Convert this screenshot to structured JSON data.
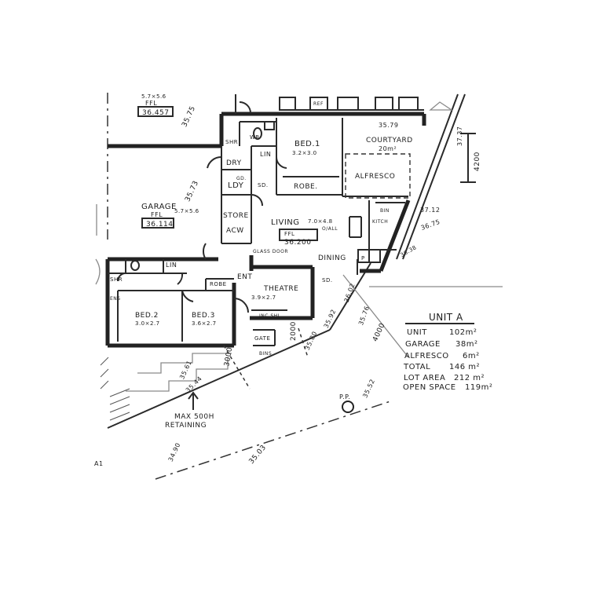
{
  "rooms": {
    "bed1": {
      "name": "BED.1",
      "dims": "3.2×3.0"
    },
    "courtyard": {
      "name": "COURTYARD",
      "area": "20m²"
    },
    "alfresco": "ALFRESCO",
    "robe": "ROBE.",
    "dry": "DRY",
    "lin": "LIN",
    "lin2": "LIN",
    "ldy": "LDY",
    "wr": "WR",
    "shr": "SHR",
    "shr2": "SHR",
    "gd": "GD.",
    "sd": "SD.",
    "garage": {
      "name": "GARAGE",
      "ffl_label": "FFL",
      "ffl_value": "36.114",
      "dims": "5.7×5.6"
    },
    "store": "STORE",
    "acw": "ACW",
    "living": {
      "name": "LIVING",
      "dims": "7.0×4.8",
      "note": "O/ALL",
      "ffl_label": "FFL",
      "ffl_value": "36.200"
    },
    "kitchen": "KITCH",
    "bin": "BIN",
    "glass_door": "GLASS DOOR",
    "dining": "DINING",
    "sd2": "SD.",
    "ent": "ENT",
    "theatre": {
      "name": "THEATRE",
      "dims": "3.9×2.7"
    },
    "bed2": {
      "name": "BED.2",
      "dims": "3.0×2.7"
    },
    "bed3": {
      "name": "BED.3",
      "dims": "3.6×2.7"
    },
    "robe2": "ROBE",
    "ensuite": "ENS",
    "linen_shelf": "INC SHL",
    "gate": "GATE",
    "bins": "BINS",
    "p": "P",
    "ref": "REF"
  },
  "levels": {
    "top_ffl_dims": "5.7×5.6",
    "top_ffl_label": "FFL",
    "top_ffl_value": "36.457",
    "l_3575": "35.75",
    "l_3573": "35.73",
    "l_3579": "35.79",
    "l_3737": "37.37",
    "l_3712": "37.12",
    "l_3675": "36.75",
    "l_3638": "36.38",
    "l_3602": "36.02",
    "l_3592": "35.92",
    "l_3576": "35.76",
    "l_3580": "35.80",
    "l_3561": "35.61",
    "l_3544": "35.44",
    "l_3552": "35.52",
    "l_3503": "35.03",
    "l_3490": "34.90",
    "dim_4200": "4200",
    "dim_2000": "2000",
    "dim_3000": "3000",
    "dim_4000": "4000"
  },
  "annotations": {
    "retaining_line1": "MAX 500H",
    "retaining_line2": "RETAINING",
    "pp": "P.P.",
    "corner": "A1"
  },
  "schedule": {
    "title": "UNIT A",
    "rows": [
      {
        "label": "UNIT",
        "value": "102m²"
      },
      {
        "label": "GARAGE",
        "value": "38m²"
      },
      {
        "label": "ALFRESCO",
        "value": "6m²"
      },
      {
        "label": "TOTAL",
        "value": "146 m²"
      },
      {
        "label": "LOT AREA",
        "value": "212 m²"
      },
      {
        "label": "OPEN SPACE",
        "value": "119m²"
      }
    ]
  }
}
